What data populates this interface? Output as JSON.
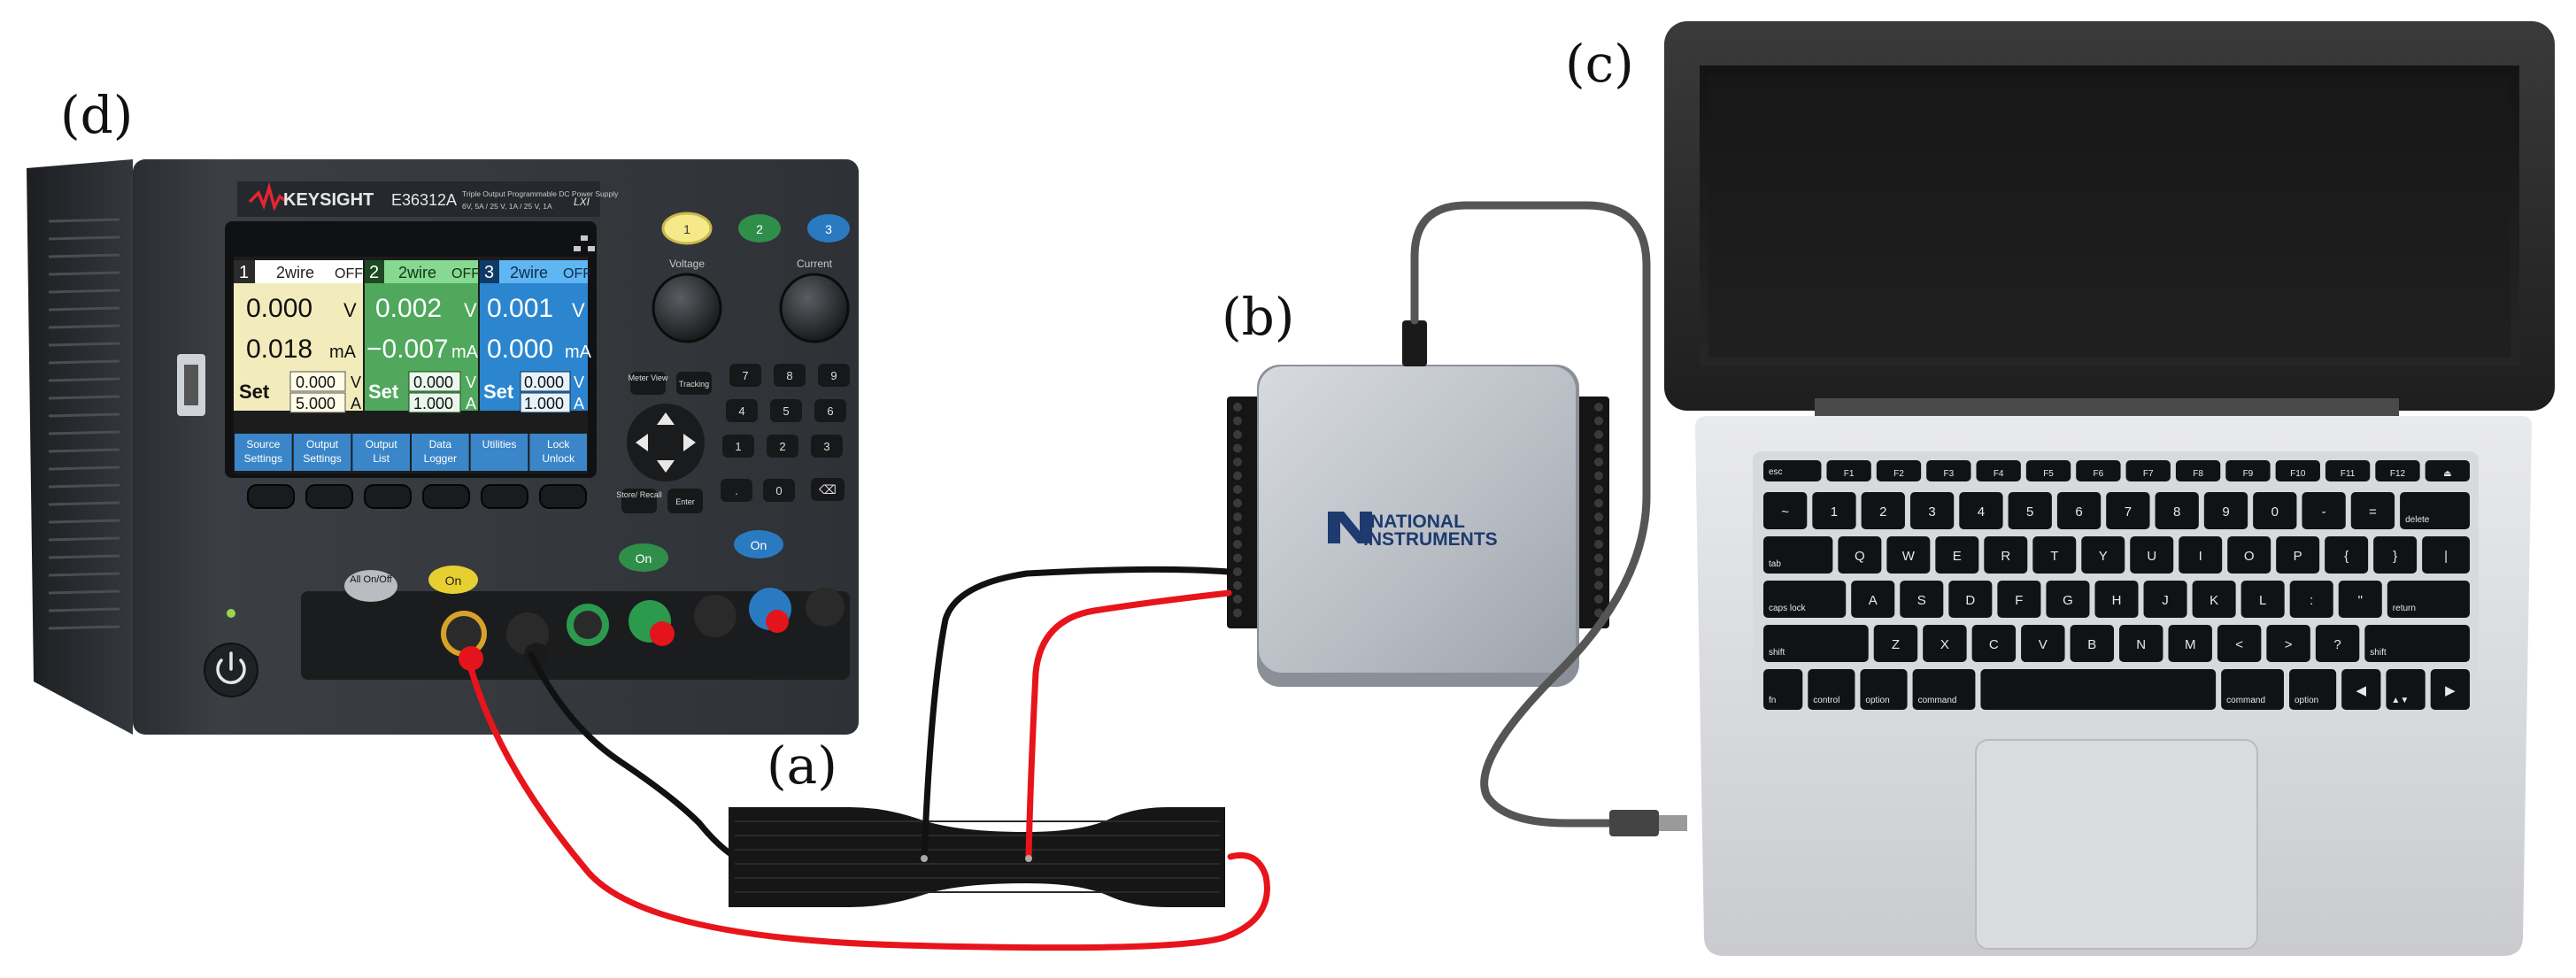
{
  "panel_labels": {
    "a": "(a)",
    "b": "(b)",
    "c": "(c)",
    "d": "(d)"
  },
  "power_supply": {
    "brand": "KEYSIGHT",
    "model": "E36312A",
    "description": "Triple Output Programmable DC Power Supply",
    "ratings": "6V, 5A / 25 V, 1A / 25 V, 1A",
    "lxi": "LXI",
    "channels": [
      {
        "num": "1",
        "mode": "2wire",
        "state": "OFF",
        "voltage": "0.000",
        "v_unit": "V",
        "current": "0.018",
        "i_unit": "mA",
        "set_label": "Set",
        "set_v": "0.000",
        "set_v_unit": "V",
        "set_i": "5.000",
        "set_i_unit": "A",
        "color": "#f6f0c8",
        "header": "#ffffff"
      },
      {
        "num": "2",
        "mode": "2wire",
        "state": "OFF",
        "voltage": "0.002",
        "v_unit": "V",
        "current": "−0.007",
        "i_unit": "mA",
        "set_label": "Set",
        "set_v": "0.000",
        "set_v_unit": "V",
        "set_i": "1.000",
        "set_i_unit": "A",
        "color": "#5fb66b",
        "header": "#7fd08b"
      },
      {
        "num": "3",
        "mode": "2wire",
        "state": "OFF",
        "voltage": "0.001",
        "v_unit": "V",
        "current": "0.000",
        "i_unit": "mA",
        "set_label": "Set",
        "set_v": "0.000",
        "set_v_unit": "V",
        "set_i": "1.000",
        "set_i_unit": "A",
        "color": "#2f8fd6",
        "header": "#58b0ee"
      }
    ],
    "softkeys": [
      "Source Settings",
      "Output Settings",
      "Output List",
      "Data Logger",
      "Utilities",
      "Lock Unlock"
    ],
    "knob_labels": {
      "voltage": "Voltage",
      "current": "Current"
    },
    "channel_buttons": [
      "1",
      "2",
      "3"
    ],
    "keys": {
      "meter_view": "Meter View",
      "tracking": "Tracking",
      "store_recall": "Store/ Recall",
      "enter": "Enter",
      "numbers": [
        "7",
        "8",
        "9",
        "4",
        "5",
        "6",
        "1",
        "2",
        "3",
        ".",
        "0"
      ]
    },
    "all_on_off": "All On/Off",
    "on_labels": [
      "On",
      "On",
      "On"
    ]
  },
  "daq": {
    "brand_line1": "NATIONAL",
    "brand_line2": "INSTRUMENTS"
  },
  "laptop": {
    "keyboard_rows": [
      [
        "esc",
        "F1",
        "F2",
        "F3",
        "F4",
        "F5",
        "F6",
        "F7",
        "F8",
        "F9",
        "F10",
        "F11",
        "F12",
        "⏏"
      ],
      [
        "~",
        "1",
        "2",
        "3",
        "4",
        "5",
        "6",
        "7",
        "8",
        "9",
        "0",
        "-",
        "=",
        "delete"
      ],
      [
        "tab",
        "Q",
        "W",
        "E",
        "R",
        "T",
        "Y",
        "U",
        "I",
        "O",
        "P",
        "{",
        "}",
        "|"
      ],
      [
        "caps lock",
        "A",
        "S",
        "D",
        "F",
        "G",
        "H",
        "J",
        "K",
        "L",
        ":",
        "\"",
        "return"
      ],
      [
        "shift",
        "Z",
        "X",
        "C",
        "V",
        "B",
        "N",
        "M",
        "<",
        ">",
        "?",
        "shift"
      ],
      [
        "fn",
        "control",
        "option",
        "command",
        "",
        "command",
        "option",
        "◀",
        "▲▼",
        "▶"
      ]
    ]
  },
  "colors": {
    "wire_red": "#e8141c",
    "wire_black": "#111111",
    "cable_grey": "#555555",
    "ch1": "#f6f0c8",
    "ch2": "#5fb66b",
    "ch3": "#2f8fd6",
    "ni_blue": "#1e3a6e"
  }
}
